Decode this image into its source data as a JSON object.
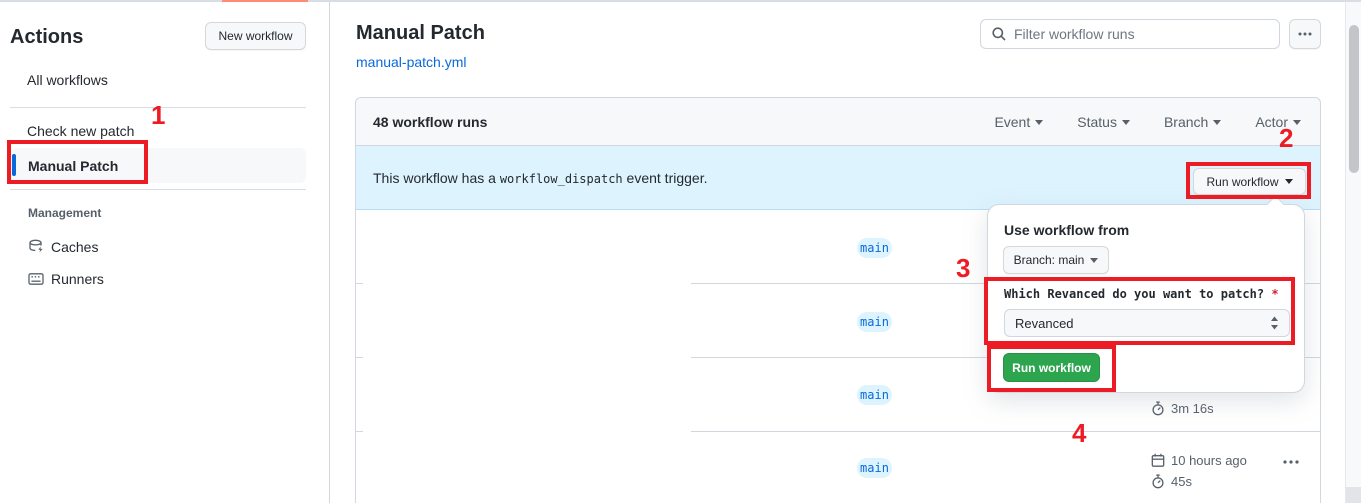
{
  "colors": {
    "annotation_red": "#ed1c24",
    "link_blue": "#0969da",
    "banner_blue": "#ddf4ff",
    "button_green": "#2da44e",
    "badge_text_blue": "#0969da",
    "tab_underline_orange": "#fd8c73"
  },
  "annotations": {
    "step1": "1",
    "step2": "2",
    "step3": "3",
    "step4": "4"
  },
  "sidebar": {
    "title": "Actions",
    "new_workflow_button": "New workflow",
    "items": [
      {
        "label": "All workflows"
      },
      {
        "label": "Check new patch"
      },
      {
        "label": "Manual Patch"
      }
    ],
    "management": {
      "label": "Management",
      "items": [
        {
          "label": "Caches",
          "icon": "cache-icon"
        },
        {
          "label": "Runners",
          "icon": "runners-icon"
        }
      ]
    }
  },
  "header": {
    "title": "Manual Patch",
    "file_link": "manual-patch.yml",
    "filter_placeholder": "Filter workflow runs"
  },
  "runs_table": {
    "count_label": "48 workflow runs",
    "filters": [
      {
        "label": "Event"
      },
      {
        "label": "Status"
      },
      {
        "label": "Branch"
      },
      {
        "label": "Actor"
      }
    ],
    "banner": {
      "text_before": "This workflow has a",
      "code": "workflow_dispatch",
      "text_after": "event trigger.",
      "run_workflow_label": "Run workflow"
    },
    "rows": [
      {
        "branch": "main"
      },
      {
        "branch": "main"
      },
      {
        "branch": "main",
        "duration": "3m 16s"
      },
      {
        "branch": "main",
        "time": "10 hours ago",
        "duration": "45s"
      }
    ]
  },
  "run_dialog": {
    "heading": "Use workflow from",
    "branch_selector": "Branch: main",
    "input_label": "Which Revanced do you want to patch?",
    "required_mark": "*",
    "input_value": "Revanced",
    "submit_label": "Run workflow"
  }
}
